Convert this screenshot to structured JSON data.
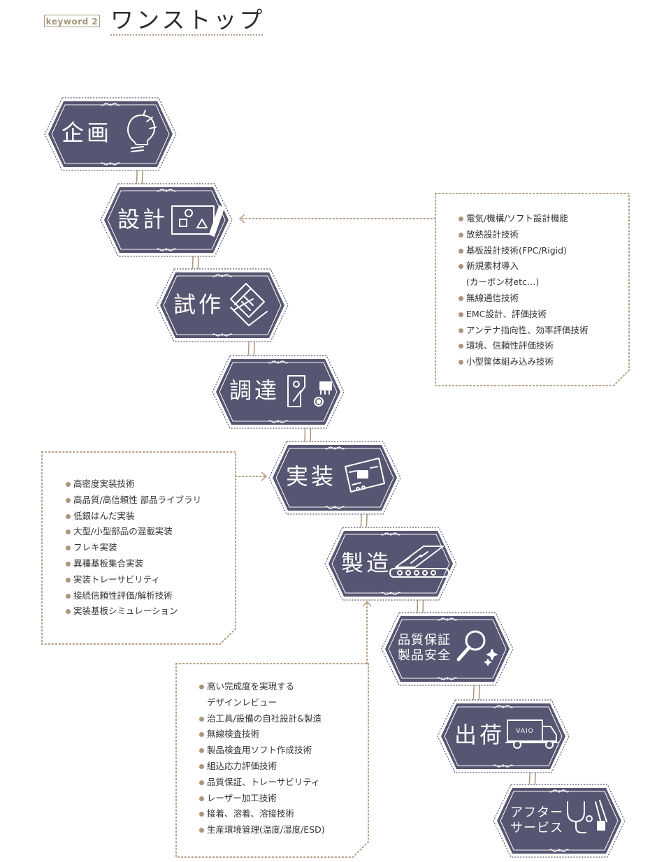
{
  "header": {
    "tag": "keyword 2",
    "title": "ワンストップ"
  },
  "colors": {
    "node_fill": "#565672",
    "accent": "#a8957c",
    "dots": "#b69f86"
  },
  "steps": [
    {
      "id": "kikaku",
      "label": "企画",
      "icon": "lightbulb-icon"
    },
    {
      "id": "sekkei",
      "label": "設計",
      "icon": "blueprint-icon"
    },
    {
      "id": "shisaku",
      "label": "試作",
      "icon": "documents-icon"
    },
    {
      "id": "chotatsu",
      "label": "調達",
      "icon": "components-icon"
    },
    {
      "id": "jisso",
      "label": "実装",
      "icon": "circuit-board-icon"
    },
    {
      "id": "seizo",
      "label": "製造",
      "icon": "conveyor-icon"
    },
    {
      "id": "hinshitsu",
      "lines": [
        "品質保証",
        "製品安全"
      ],
      "icon": "magnifier-sparkle-icon"
    },
    {
      "id": "shukka",
      "label": "出荷",
      "icon": "truck-icon",
      "truck_text": "VAIO"
    },
    {
      "id": "after",
      "lines": [
        "アフター",
        "サービス"
      ],
      "icon": "stethoscope-tools-icon"
    }
  ],
  "design_box": {
    "items": [
      {
        "text": "電気/機構/ソフト設計機能",
        "bullet": true
      },
      {
        "text": "放熱設計技術",
        "bullet": true
      },
      {
        "text": "基板設計技術(FPC/Rigid)",
        "bullet": true
      },
      {
        "text": "新規素材導入",
        "bullet": true
      },
      {
        "text": "(カーボン材etc…)",
        "bullet": false
      },
      {
        "text": "無線通信技術",
        "bullet": true
      },
      {
        "text": "EMC設計、評価技術",
        "bullet": true
      },
      {
        "text": "アンテナ指向性、効率評価技術",
        "bullet": true
      },
      {
        "text": "環境、信頼性評価技術",
        "bullet": true
      },
      {
        "text": "小型筐体組み込み技術",
        "bullet": true
      }
    ]
  },
  "mounting_box": {
    "items": [
      {
        "text": "高密度実装技術",
        "bullet": true
      },
      {
        "text": "高品質/高信頼性 部品ライブラリ",
        "bullet": true
      },
      {
        "text": "低銀はんだ実装",
        "bullet": true
      },
      {
        "text": "大型/小型部品の混載実装",
        "bullet": true
      },
      {
        "text": "フレキ実装",
        "bullet": true
      },
      {
        "text": "異種基板集合実装",
        "bullet": true
      },
      {
        "text": "実装トレーサビリティ",
        "bullet": true
      },
      {
        "text": "接続信頼性評価/解析技術",
        "bullet": true
      },
      {
        "text": "実装基板シミュレーション",
        "bullet": true
      }
    ]
  },
  "manufacturing_box": {
    "items": [
      {
        "text": "高い完成度を実現する",
        "bullet": true
      },
      {
        "text": "デザインレビュー",
        "bullet": false
      },
      {
        "text": "治工具/設備の自社設計&製造",
        "bullet": true
      },
      {
        "text": "無線検査技術",
        "bullet": true
      },
      {
        "text": "製品検査用ソフト作成技術",
        "bullet": true
      },
      {
        "text": "組込応力評価技術",
        "bullet": true
      },
      {
        "text": "品質保証、トレーサビリティ",
        "bullet": true
      },
      {
        "text": "レーザー加工技術",
        "bullet": true
      },
      {
        "text": "接着、溶着、溶接技術",
        "bullet": true
      },
      {
        "text": "生産環境管理(温度/湿度/ESD)",
        "bullet": true
      }
    ]
  }
}
